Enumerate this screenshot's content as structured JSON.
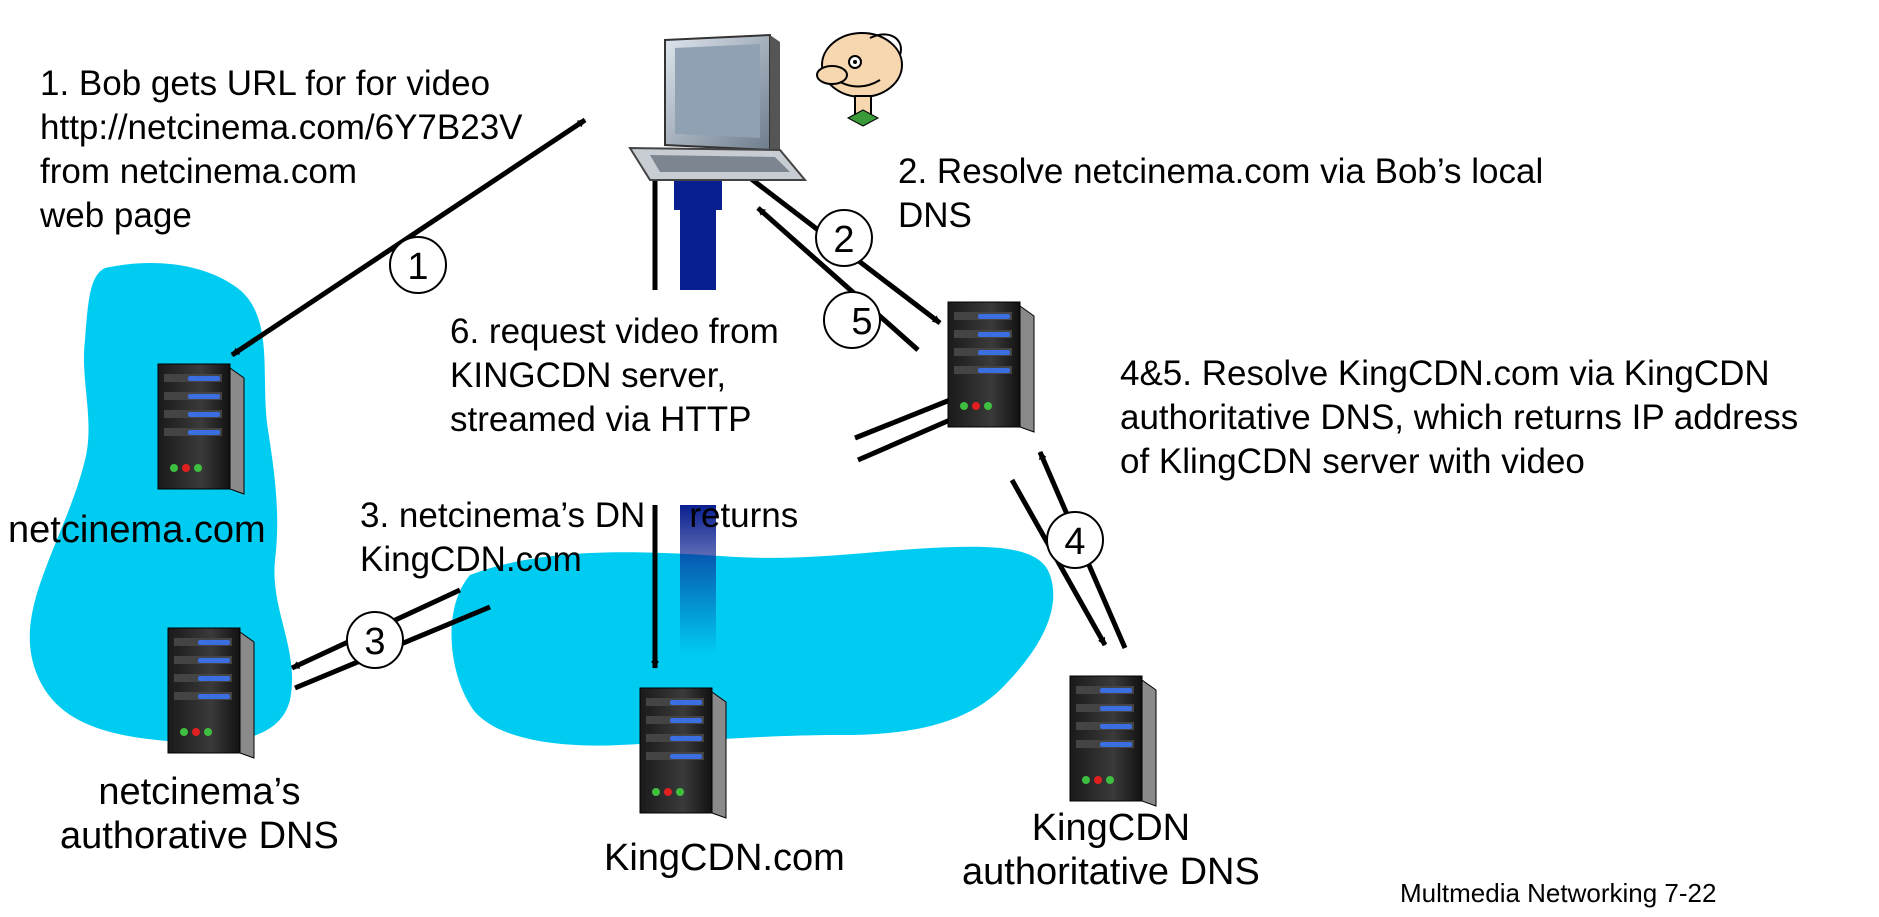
{
  "steps": {
    "step1": [
      "1. Bob gets URL for for video",
      "http://netcinema.com/6Y7B23V",
      "from netcinema.com",
      "web page"
    ],
    "step2": [
      "2. Resolve netcinema.com via Bob’s local",
      "DNS"
    ],
    "step3": [
      "3. netcinema’s DN",
      "returns",
      "KingCDN.com"
    ],
    "step45": [
      "4&5. Resolve  KingCDN.com via KingCDN",
      "authoritative DNS, which returns IP address",
      "of KlingCDN  server  with video"
    ],
    "step6": [
      "6. request video from",
      "KINGCDN server,",
      "streamed via HTTP"
    ]
  },
  "markers": [
    "1",
    "2",
    "3",
    "4",
    "5"
  ],
  "nodes": {
    "netcinema_web": "netcinema.com",
    "netcinema_dns": [
      "netcinema’s",
      "authorative DNS"
    ],
    "kingcdn_server": "KingCDN.com",
    "kingcdn_dns": [
      "KingCDN",
      "authoritative DNS"
    ]
  },
  "footer": "Multmedia Networking  7-22",
  "colors": {
    "cloud": "#00ccf2",
    "big_arrow": "#0a1f8f",
    "arrow": "#000000",
    "server_body": "#2a2a2a",
    "server_bay": "#3b6ee0"
  }
}
